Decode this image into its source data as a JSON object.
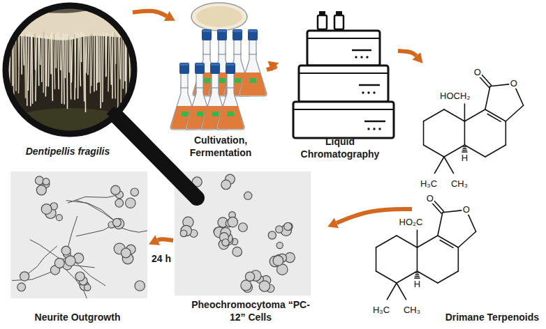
{
  "diagram": {
    "nodes": [
      {
        "text": [
          "Dentipellis fragilis"
        ]
      },
      {
        "text": [
          "Cultivation, Fermentation"
        ]
      },
      {
        "text": [
          "Liquid Chromatography"
        ]
      },
      {
        "text": [
          "Drimane Terpenoids"
        ]
      },
      {
        "text": [
          "Pheochromocytoma “PC-12” Cells"
        ]
      },
      {
        "text": [
          "Neurite Outgrowth"
        ]
      }
    ],
    "edges": [
      {
        "from": 0,
        "to": 1,
        "arrow": "to"
      },
      {
        "from": 1,
        "to": 2,
        "arrow": "to"
      },
      {
        "from": 2,
        "to": 3,
        "arrow": "to"
      },
      {
        "from": 3,
        "to": 4,
        "arrow": "to"
      },
      {
        "from": 4,
        "to": 5,
        "arrow": "to",
        "label": "24 h"
      }
    ],
    "labels": [
      "O",
      "O",
      "HOCH₂",
      "H",
      "H₃C",
      "CH₃",
      "O",
      "O",
      "HO₂C",
      "H",
      "H₃C",
      "CH₃"
    ]
  }
}
